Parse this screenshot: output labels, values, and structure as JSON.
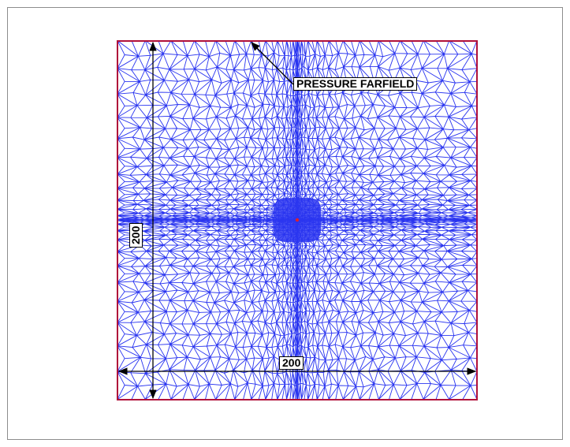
{
  "figure": {
    "boundary_label": "PRESSURE FARFIELD",
    "width_dimension": "200",
    "height_dimension": "200"
  },
  "colors": {
    "mesh": "#2a35f0",
    "boundary": "#b0103a",
    "center_point": "#e0202a",
    "dimension_lines": "#000000",
    "frame": "#8c8c8c"
  }
}
